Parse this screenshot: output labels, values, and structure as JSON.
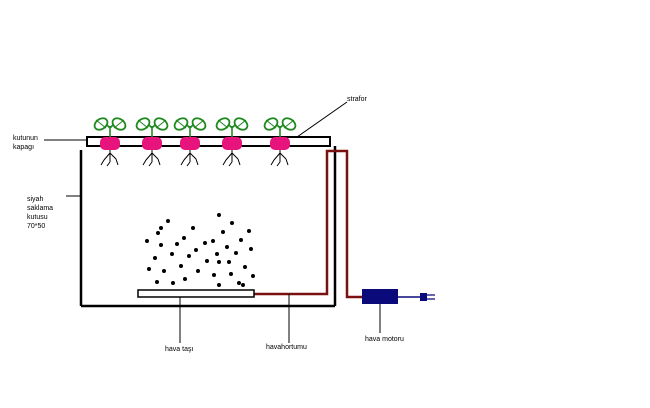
{
  "labels": {
    "lid": [
      "kutunun",
      "kapagı"
    ],
    "styrofoam": "strafor",
    "box": [
      "siyah",
      "saklama",
      "kutusu",
      "70*50"
    ],
    "air_stone": "hava taşı",
    "air_hose": "havahortumu",
    "air_pump": "hava motoru"
  },
  "colors": {
    "outline": "#000000",
    "hose": "#7a1010",
    "radish": "#e8147e",
    "leaf": "#1f8a1f",
    "pump": "#0a0a7a",
    "background": "#ffffff"
  },
  "plants": {
    "count": 5
  },
  "bubbles": {
    "count": 40
  }
}
